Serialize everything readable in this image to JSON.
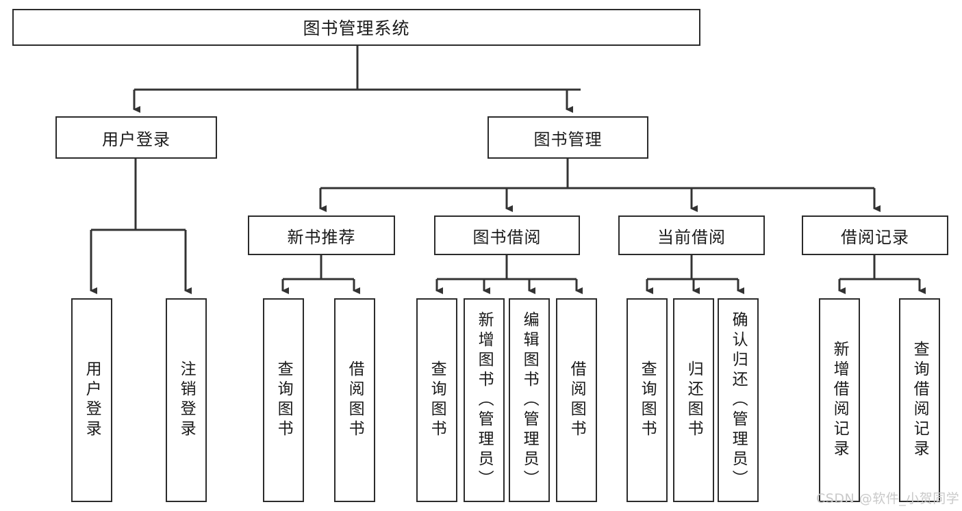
{
  "diagram": {
    "type": "hierarchy-tree",
    "title": "图书管理系统",
    "watermark": "CSDN @软件_小贺同学",
    "colors": {
      "box_border": "#2b2b2b",
      "box_fill": "#ffffff",
      "line": "#333333",
      "text": "#1a1a1a",
      "watermark": "#c9c9c9"
    },
    "root": {
      "label": "图书管理系统"
    },
    "level2": [
      {
        "label": "用户登录"
      },
      {
        "label": "图书管理"
      }
    ],
    "level3": [
      {
        "label": "新书推荐"
      },
      {
        "label": "图书借阅"
      },
      {
        "label": "当前借阅"
      },
      {
        "label": "借阅记录"
      }
    ],
    "leaves": {
      "user_login": [
        {
          "label": "用户登录"
        },
        {
          "label": "注销登录"
        }
      ],
      "new_book_recommend": [
        {
          "label": "查询图书"
        },
        {
          "label": "借阅图书"
        }
      ],
      "book_borrow": [
        {
          "label": "查询图书"
        },
        {
          "label": "新增图书（管理员）"
        },
        {
          "label": "编辑图书（管理员）"
        },
        {
          "label": "借阅图书"
        }
      ],
      "current_borrow": [
        {
          "label": "查询图书"
        },
        {
          "label": "归还图书"
        },
        {
          "label": "确认归还（管理员）"
        }
      ],
      "borrow_record": [
        {
          "label": "新增借阅记录"
        },
        {
          "label": "查询借阅记录"
        }
      ]
    }
  }
}
